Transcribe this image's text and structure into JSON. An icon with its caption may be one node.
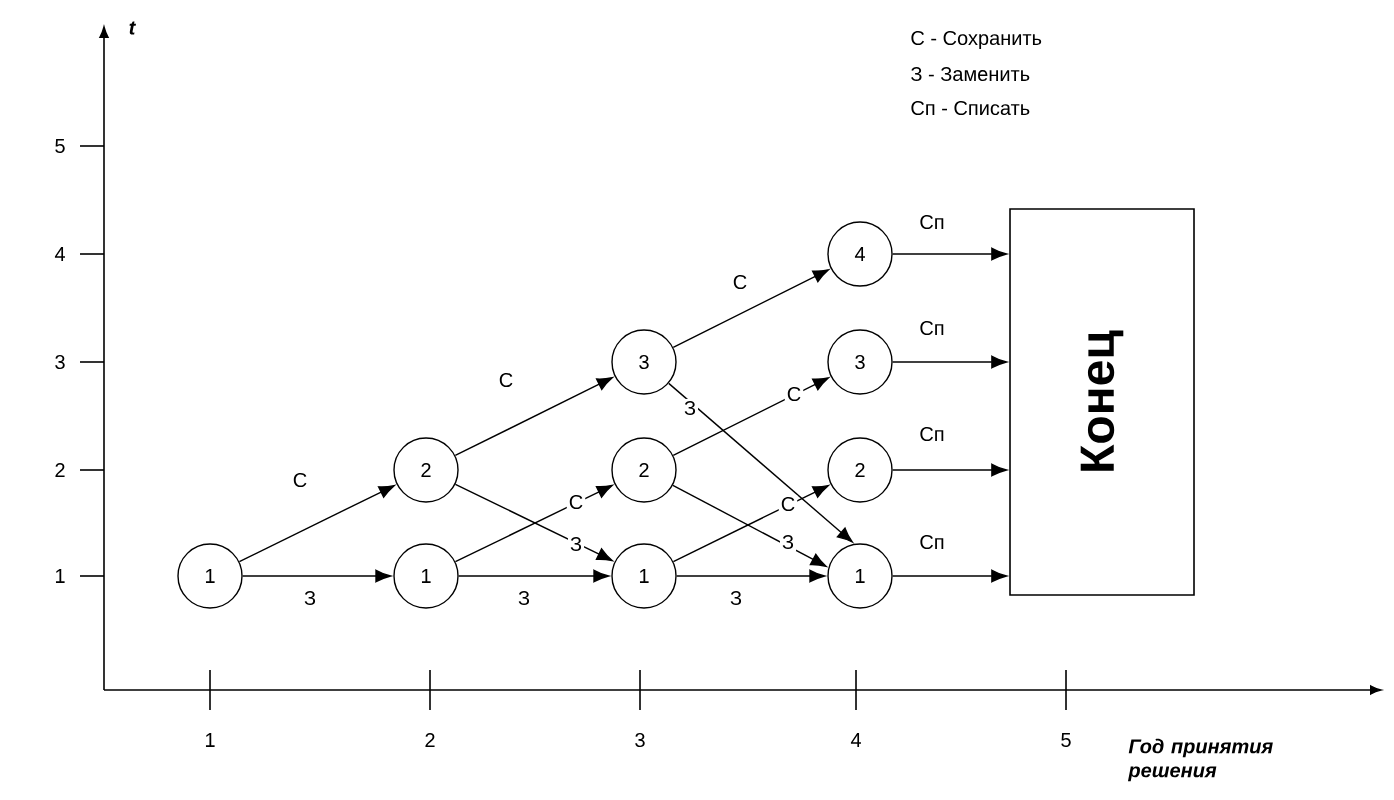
{
  "diagram": {
    "nodes": [
      {
        "text": [
          "1"
        ]
      },
      {
        "text": [
          "2"
        ]
      },
      {
        "text": [
          "1"
        ]
      },
      {
        "text": [
          "3"
        ]
      },
      {
        "text": [
          "2"
        ]
      },
      {
        "text": [
          "1"
        ]
      },
      {
        "text": [
          "4"
        ]
      },
      {
        "text": [
          "3"
        ]
      },
      {
        "text": [
          "2"
        ]
      },
      {
        "text": [
          "1"
        ]
      },
      {
        "text": [
          "Конец"
        ]
      }
    ],
    "edges": [
      {
        "from": 0,
        "to": 1,
        "arrow": "to",
        "label": "С"
      },
      {
        "from": 0,
        "to": 2,
        "arrow": "to",
        "label": "З"
      },
      {
        "from": 1,
        "to": 3,
        "arrow": "to",
        "label": "С"
      },
      {
        "from": 1,
        "to": 5,
        "arrow": "to",
        "label": "З"
      },
      {
        "from": 2,
        "to": 4,
        "arrow": "to",
        "label": "С"
      },
      {
        "from": 2,
        "to": 5,
        "arrow": "to",
        "label": "З"
      },
      {
        "from": 3,
        "to": 6,
        "arrow": "to",
        "label": "С"
      },
      {
        "from": 3,
        "to": 9,
        "arrow": "to",
        "label": "З"
      },
      {
        "from": 4,
        "to": 7,
        "arrow": "to",
        "label": "С"
      },
      {
        "from": 4,
        "to": 9,
        "arrow": "to",
        "label": "З"
      },
      {
        "from": 5,
        "to": 8,
        "arrow": "to",
        "label": "С"
      },
      {
        "from": 5,
        "to": 9,
        "arrow": "to",
        "label": "З"
      },
      {
        "from": 6,
        "to": 10,
        "arrow": "to",
        "label": "Сп"
      },
      {
        "from": 7,
        "to": 10,
        "arrow": "to",
        "label": "Сп"
      },
      {
        "from": 8,
        "to": 10,
        "arrow": "to",
        "label": "Сп"
      },
      {
        "from": 9,
        "to": 10,
        "arrow": "to",
        "label": "Сп"
      }
    ],
    "labels": [
      "t",
      "С - Сохранить",
      "З - Заменить",
      "Сп - Списать",
      "5",
      "4",
      "3",
      "2",
      "1",
      "1",
      "2",
      "3",
      "4",
      "5",
      "Год принятия решения"
    ]
  }
}
